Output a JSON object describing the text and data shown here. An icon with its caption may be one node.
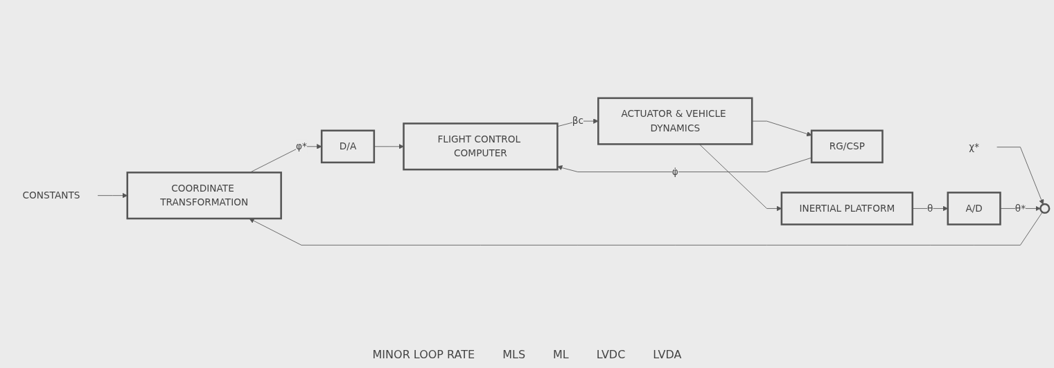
{
  "diagram": {
    "nodes": [
      {
        "text": [
          "CONSTANTS"
        ]
      },
      {
        "text": [
          "χ*"
        ]
      },
      {
        "text": [],
        "shape": "circle"
      },
      {
        "text": [
          "COORDINATE TRANSFORMATION"
        ]
      },
      {
        "text": [
          "D/A"
        ]
      },
      {
        "text": [
          "FLIGHT CONTROL COMPUTER"
        ]
      },
      {
        "text": [
          "ACTUATOR & VEHICLE DYNAMICS"
        ]
      },
      {
        "text": [
          "RG/CSP"
        ]
      },
      {
        "text": [
          "INERTIAL PLATFORM"
        ]
      },
      {
        "text": [
          "A/D"
        ]
      }
    ],
    "edges": [
      {
        "from": 0,
        "to": 3,
        "arrow": "to"
      },
      {
        "from": 1,
        "to": 2,
        "arrow": "to"
      },
      {
        "from": 2,
        "to": 3,
        "arrow": "to"
      },
      {
        "from": 3,
        "to": 4,
        "label": "φ*",
        "arrow": "to"
      },
      {
        "from": 4,
        "to": 5,
        "arrow": "to"
      },
      {
        "from": 5,
        "to": 6,
        "label": "βc",
        "arrow": "to"
      },
      {
        "from": 6,
        "to": 7,
        "arrow": "to"
      },
      {
        "from": 6,
        "to": 8,
        "arrow": "to"
      },
      {
        "from": 7,
        "to": 5,
        "label": "φ̇",
        "arrow": "to"
      },
      {
        "from": 8,
        "to": 9,
        "label": "θ",
        "arrow": "to"
      },
      {
        "from": 9,
        "to": 2,
        "label": "θ*",
        "arrow": "to"
      }
    ],
    "labels": [
      "MINOR LOOP RATE",
      "MLS",
      "ML",
      "LVDC",
      "LVDA"
    ]
  }
}
